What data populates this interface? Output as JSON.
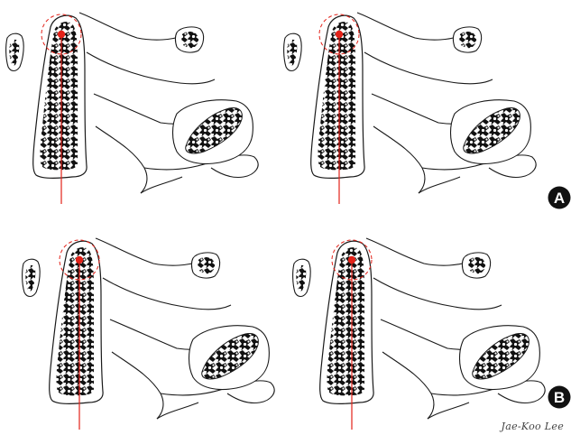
{
  "panels": [
    {
      "row": "A",
      "position": "left"
    },
    {
      "row": "A",
      "position": "right"
    },
    {
      "row": "B",
      "position": "left"
    },
    {
      "row": "B",
      "position": "right"
    }
  ],
  "labels": {
    "a": "A",
    "b": "B"
  },
  "signature": "Jae-Koo Lee",
  "colors": {
    "marker": "#e32219",
    "outline": "#1a1a1a",
    "badge": "#111111",
    "trabecular": "#111111"
  }
}
